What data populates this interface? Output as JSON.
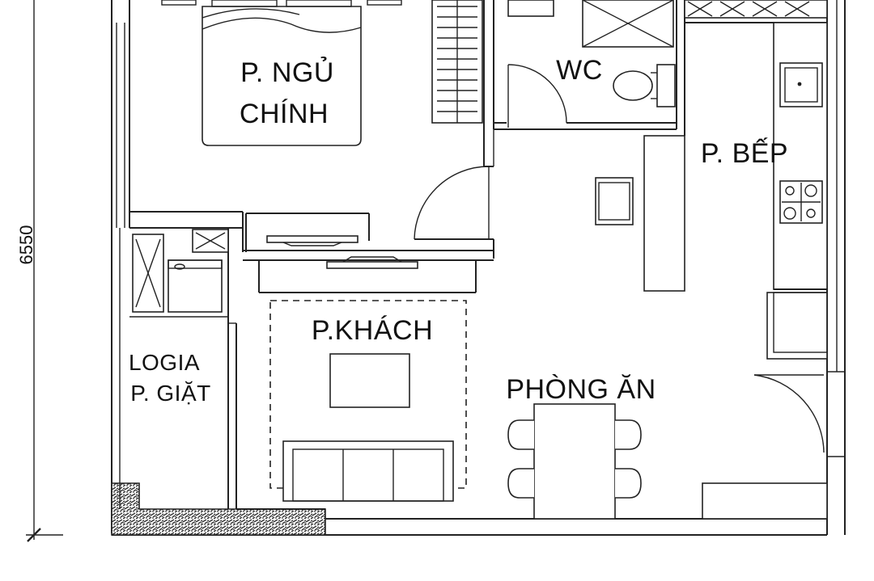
{
  "rooms": {
    "master_bedroom_line1": "P. NGỦ",
    "master_bedroom_line2": "CHÍNH",
    "wc": "WC",
    "kitchen": "P. BẾP",
    "living": "P.KHÁCH",
    "dining": "PHÒNG ĂN",
    "logia_line1": "LOGIA",
    "logia_line2": "P. GIẶT"
  },
  "dimension": {
    "height": "6550"
  }
}
